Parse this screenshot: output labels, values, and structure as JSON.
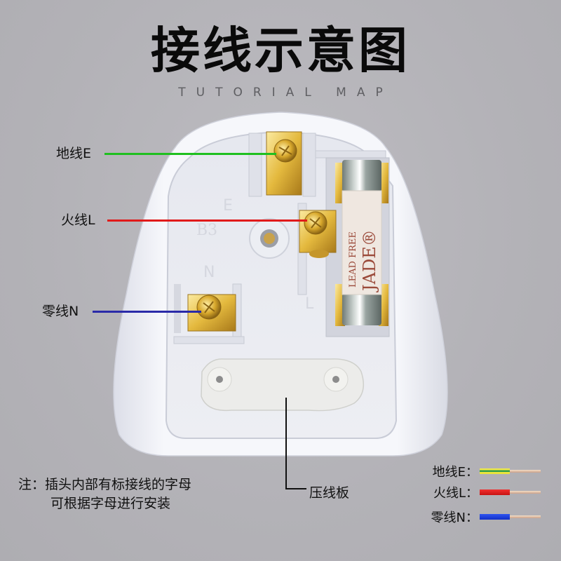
{
  "header": {
    "title": "接线示意图",
    "subtitle": "TUTORIAL MAP"
  },
  "callouts": [
    {
      "id": "earth",
      "label": "地线E",
      "line_color": "#1fc01f"
    },
    {
      "id": "live",
      "label": "火线L",
      "line_color": "#e11a1a"
    },
    {
      "id": "neutral",
      "label": "零线N",
      "line_color": "#2a2aa8"
    }
  ],
  "pressplate": {
    "label": "压线板",
    "line_color": "#111111"
  },
  "fuse": {
    "text_1": "LEAD FREE",
    "text_2": "JADE®"
  },
  "plug_markings": [
    "B3",
    "E",
    "N",
    "L"
  ],
  "note": {
    "line1": "注：插头内部有标接线的字母",
    "line2": "可根据字母进行安装"
  },
  "legend": [
    {
      "label": "地线E：",
      "insulation": "yellow-green",
      "colors": [
        "#e9e43a",
        "#2f9c4a"
      ]
    },
    {
      "label": "火线L：",
      "insulation": "red",
      "colors": [
        "#e41c1c"
      ]
    },
    {
      "label": "零线N：",
      "insulation": "blue",
      "colors": [
        "#1b3fe0"
      ]
    }
  ]
}
